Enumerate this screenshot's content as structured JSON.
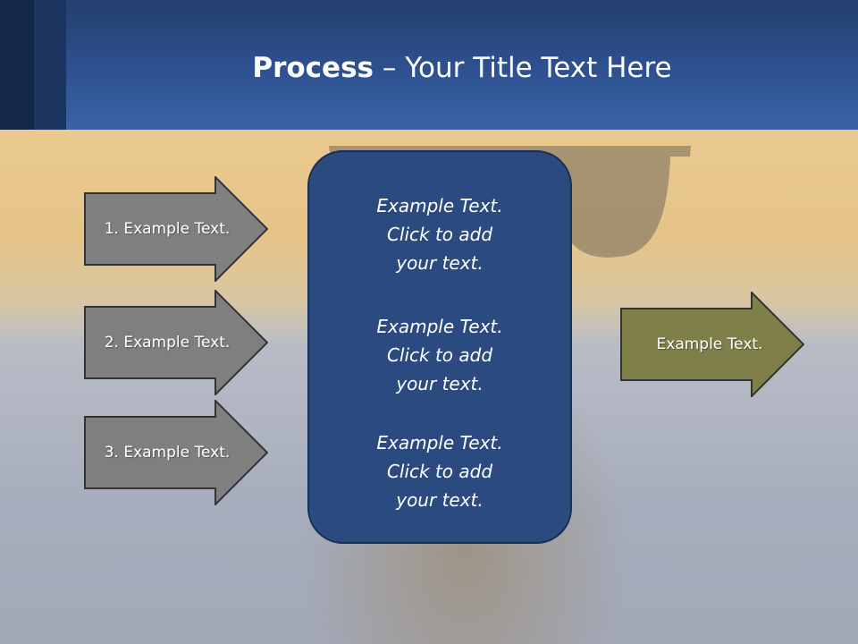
{
  "header": {
    "title_bold": "Process",
    "title_rest": " – Your Title Text Here"
  },
  "inputs": [
    {
      "label": "1. Example Text."
    },
    {
      "label": "2. Example Text."
    },
    {
      "label": "3. Example Text."
    }
  ],
  "center_blocks": [
    {
      "lines": [
        "Example Text.",
        "Click  to add",
        "your text."
      ]
    },
    {
      "lines": [
        "Example Text.",
        "Click  to add",
        "your text."
      ]
    },
    {
      "lines": [
        "Example Text.",
        "Click  to add",
        "your text."
      ]
    }
  ],
  "output": {
    "label": "Example Text."
  },
  "colors": {
    "header": "#2e5190",
    "input_arrow_fill": "#7f7f7f",
    "center_box_fill": "#2b4b80",
    "output_arrow_fill": "#7f7f4a"
  }
}
